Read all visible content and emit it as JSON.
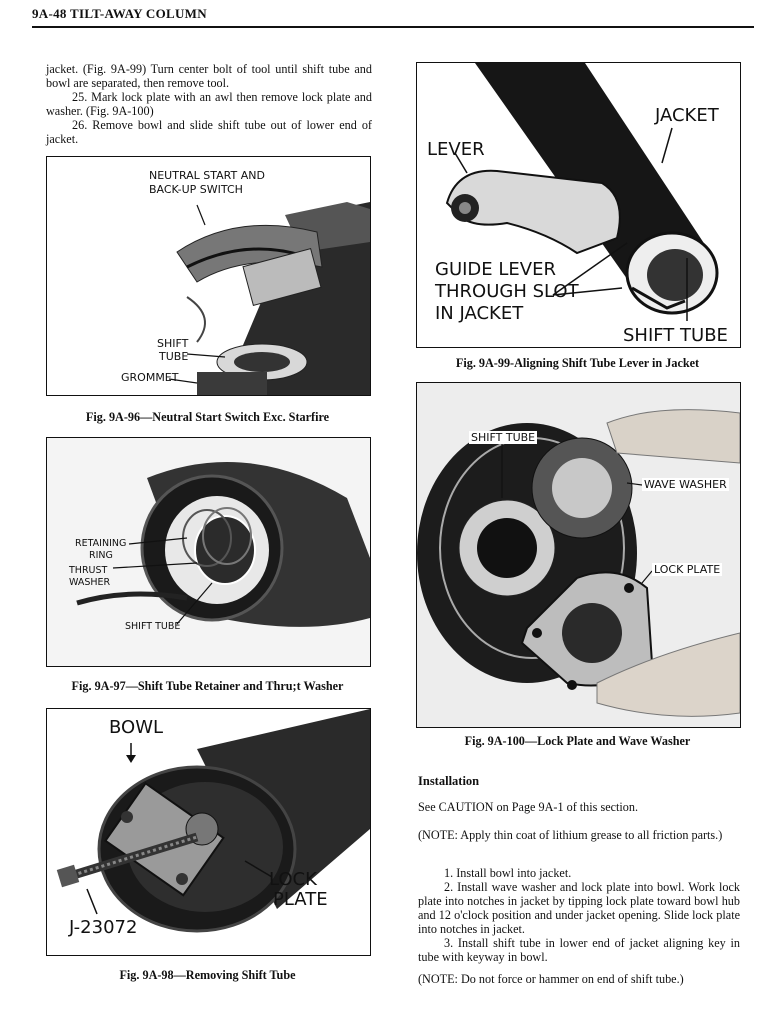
{
  "header": {
    "title": "9A-48  TILT-AWAY COLUMN"
  },
  "intro": {
    "p1": "jacket. (Fig. 9A-99) Turn center bolt of tool until shift tube and bowl are separated, then remove tool.",
    "p2": "25. Mark lock plate with an awl then remove lock plate and washer. (Fig. 9A-100)",
    "p3": "26. Remove bowl and slide shift tube out of lower end of jacket."
  },
  "figures": {
    "f96": {
      "caption": "Fig. 9A-96—Neutral Start Switch Exc. Starfire",
      "labels": {
        "switch_l1": "NEUTRAL START AND",
        "switch_l2": "BACK-UP SWITCH",
        "shift_l1": "SHIFT",
        "shift_l2": "TUBE",
        "grommet": "GROMMET"
      }
    },
    "f97": {
      "caption": "Fig. 9A-97—Shift Tube Retainer and Thru;t Washer",
      "labels": {
        "retaining_l1": "RETAINING",
        "retaining_l2": "RING",
        "thrust_l1": "THRUST",
        "thrust_l2": "WASHER",
        "shift_tube": "SHIFT TUBE"
      }
    },
    "f98": {
      "caption": "Fig. 9A-98—Removing Shift Tube",
      "labels": {
        "bowl": "BOWL",
        "lock_l1": "LOCK",
        "lock_l2": "PLATE",
        "tool": "J-23072"
      }
    },
    "f99": {
      "caption": "Fig. 9A-99-Aligning Shift Tube Lever in Jacket",
      "labels": {
        "jacket": "JACKET",
        "lever": "LEVER",
        "guide_l1": "GUIDE LEVER",
        "guide_l2": "THROUGH SLOT",
        "guide_l3": "IN JACKET",
        "shift_tube": "SHIFT TUBE"
      }
    },
    "f100": {
      "caption": "Fig. 9A-100—Lock Plate and Wave Washer",
      "labels": {
        "shift_tube": "SHIFT TUBE",
        "wave_washer": "WAVE WASHER",
        "lock_plate": "LOCK PLATE"
      }
    }
  },
  "installation": {
    "title": "Installation",
    "caution": "See CAUTION on Page 9A-1 of this section.",
    "note1": "(NOTE: Apply thin coat of lithium grease to all friction parts.)",
    "step1": "1. Install bowl into jacket.",
    "step2": "2. Install wave washer and lock plate into bowl. Work lock plate into notches in jacket by tipping lock plate toward bowl hub and 12 o'clock position and under jacket opening. Slide lock plate into notches in jacket.",
    "step3": "3. Install shift tube in lower end of jacket aligning key in tube with keyway in bowl.",
    "note2": "(NOTE: Do not force or hammer on end of shift tube.)"
  }
}
